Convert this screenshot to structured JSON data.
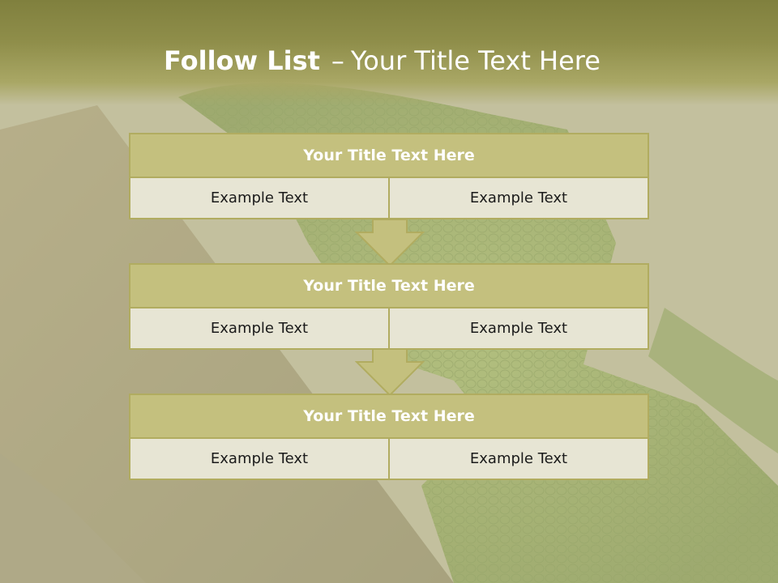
{
  "slide": {
    "title_bold": "Follow List",
    "title_separator": "–",
    "title_rest": "Your Title Text Here"
  },
  "steps": [
    {
      "title": "Your Title Text Here",
      "left": "Example Text",
      "right": "Example Text"
    },
    {
      "title": "Your Title Text Here",
      "left": "Example Text",
      "right": "Example Text"
    },
    {
      "title": "Your Title Text Here",
      "left": "Example Text",
      "right": "Example Text"
    }
  ],
  "colors": {
    "header": "#8f8e4a",
    "block_title_fill": "#c4c07e",
    "cell_fill": "#e7e5d4",
    "border": "#b1ac60"
  }
}
